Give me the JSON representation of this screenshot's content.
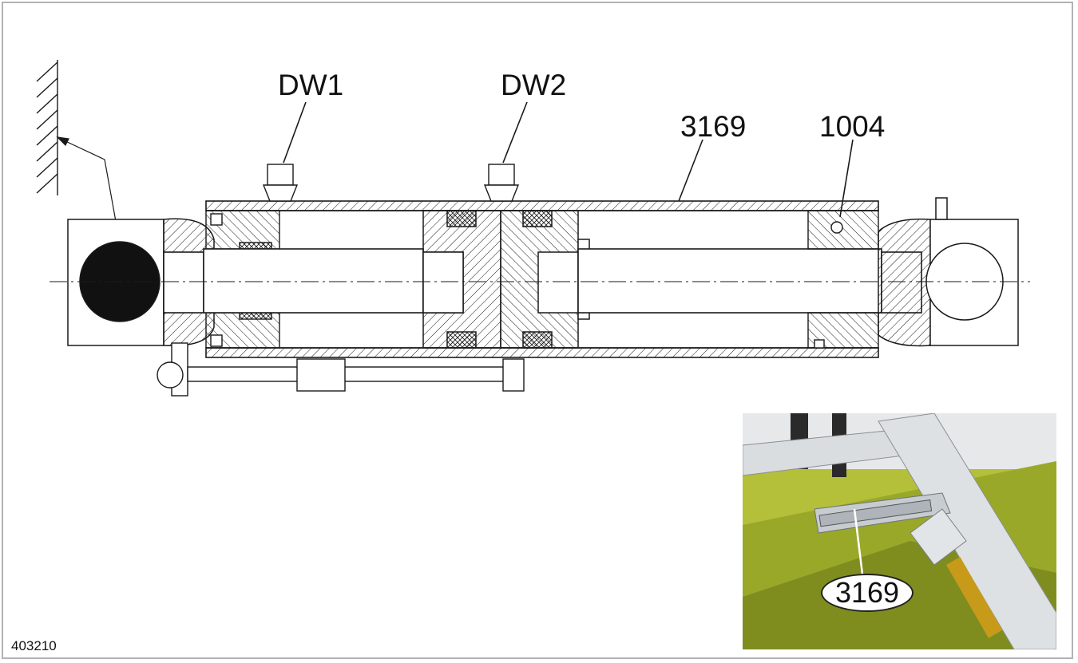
{
  "labels": {
    "dw1": "DW1",
    "dw2": "DW2",
    "part_tube": "3169",
    "part_ring": "1004",
    "photo_callout": "3169",
    "figure_id": "403210"
  },
  "colors": {
    "ink": "#1a1a1a",
    "frame": "#b3b3b3",
    "photo_green": "#9aa82a",
    "photo_frame": "#d9dde0"
  }
}
